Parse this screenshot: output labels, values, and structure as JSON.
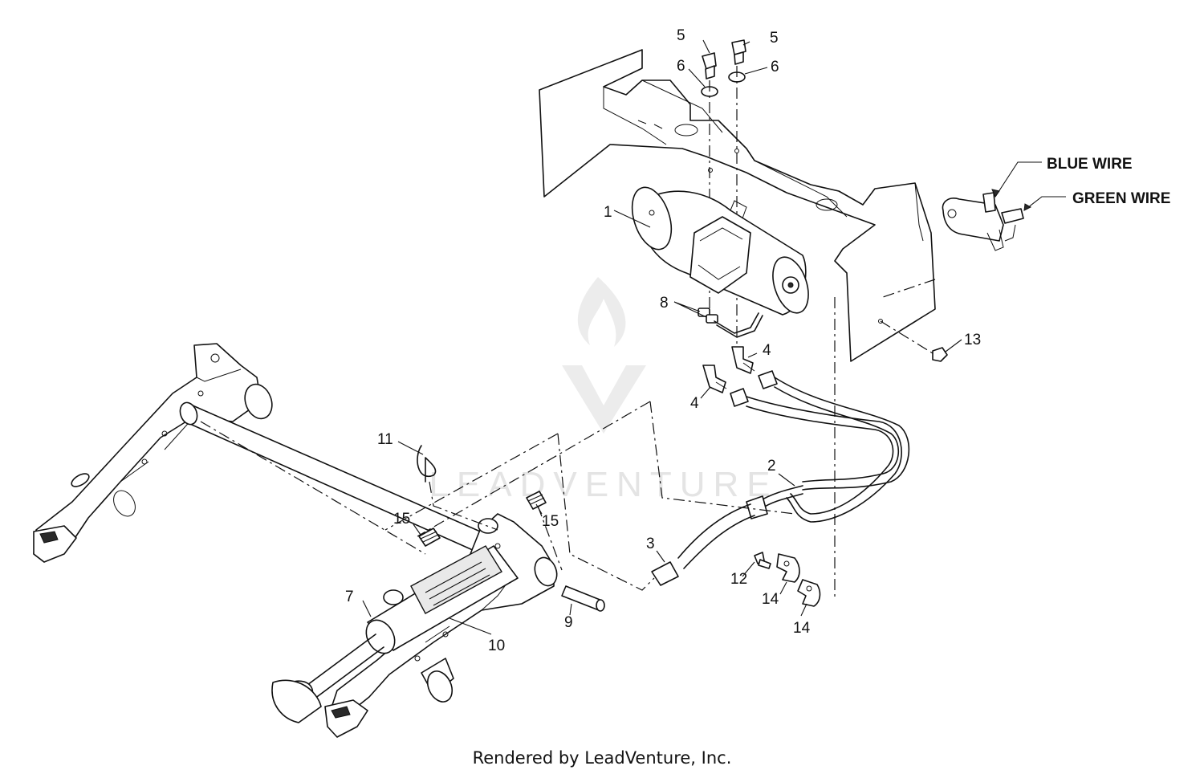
{
  "watermark": {
    "text": "LEADVENTURE"
  },
  "callouts": {
    "p1": "1",
    "p2": "2",
    "p3": "3",
    "p4a": "4",
    "p4b": "4",
    "p5a": "5",
    "p5b": "5",
    "p6a": "6",
    "p6b": "6",
    "p7": "7",
    "p8": "8",
    "p9": "9",
    "p10": "10",
    "p11": "11",
    "p12": "12",
    "p13": "13",
    "p14a": "14",
    "p14b": "14",
    "p15a": "15",
    "p15b": "15"
  },
  "wire_labels": {
    "blue": "BLUE WIRE",
    "green": "GREEN WIRE"
  },
  "footer": {
    "text": "Rendered by LeadVenture, Inc."
  }
}
